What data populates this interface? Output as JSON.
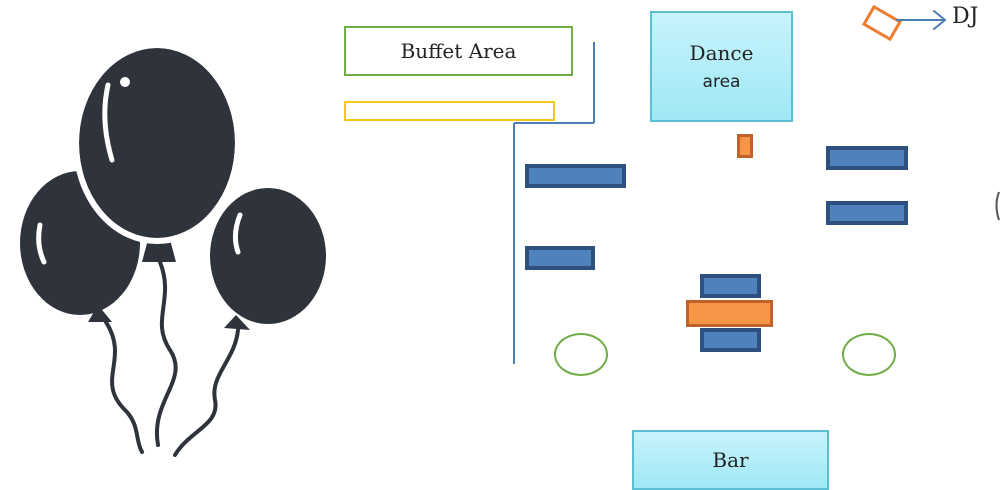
{
  "labels": {
    "buffet": "Buffet Area",
    "dance_line1": "Dance",
    "dance_line2": "area",
    "bar": "Bar",
    "dj": "DJ"
  },
  "colors": {
    "buffet_border": "#70ad47",
    "buffet_table": "#f5c518",
    "wall_line": "#4a7eb5",
    "blue_table": "#4f81bd",
    "blue_table_border": "#2f4f7f",
    "orange_table": "#f79646",
    "round_table": "#70ad47",
    "cyan_box": "#9fe8f6",
    "dj_arrow": "#4a7eb5",
    "dj_box": "#ed7d31",
    "balloon": "#2f333b"
  },
  "icons": {
    "balloons": "balloons-icon",
    "dj_arrow": "arrow-right-icon"
  }
}
